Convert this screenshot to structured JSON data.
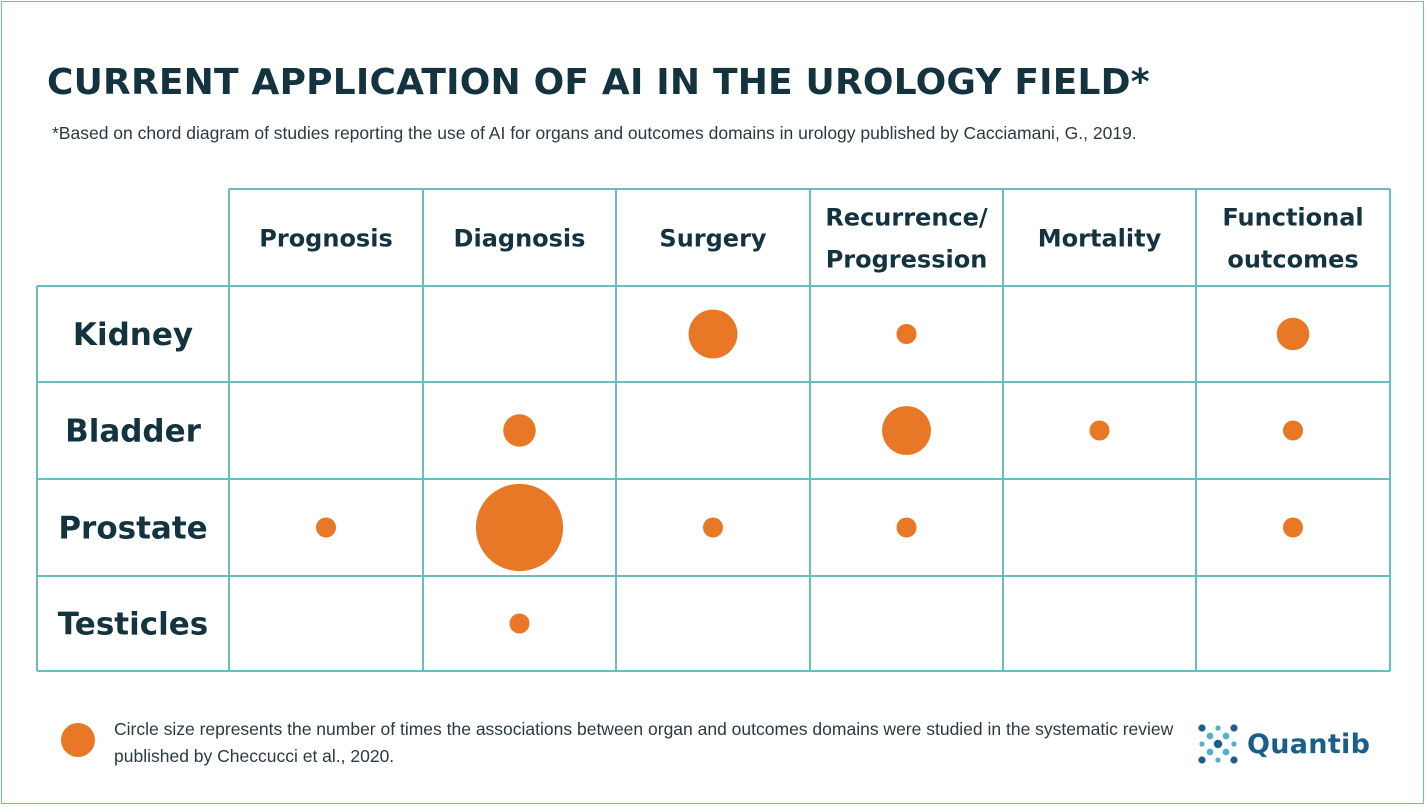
{
  "title": "CURRENT APPLICATION OF AI IN THE UROLOGY FIELD*",
  "subtitle": "*Based on chord diagram of studies reporting the use of AI for organs and outcomes domains in urology published by Cacciamani, G., 2019.",
  "legend_text": "Circle size represents the number of times the associations between organ and outcomes domains were studied in the systematic review published by Checcucci et al., 2020.",
  "logo_text": "Quantib",
  "colors": {
    "dot": "#e87726",
    "grid": "#6bbcbf",
    "text": "#13333f",
    "logo": "#1a5f8c",
    "logo_accent": "#4fb3c9"
  },
  "chart_data": {
    "type": "matrix-bubble",
    "columns": [
      [
        "Prognosis"
      ],
      [
        "Diagnosis"
      ],
      [
        "Surgery"
      ],
      [
        "Recurrence/",
        "Progression"
      ],
      [
        "Mortality"
      ],
      [
        "Functional",
        "outcomes"
      ]
    ],
    "rows": [
      "Kidney",
      "Bladder",
      "Prostate",
      "Testicles"
    ],
    "cells": [
      {
        "row": "Kidney",
        "col": "Surgery",
        "size": 3
      },
      {
        "row": "Kidney",
        "col": "Recurrence/Progression",
        "size": 1
      },
      {
        "row": "Kidney",
        "col": "Functional outcomes",
        "size": 2
      },
      {
        "row": "Bladder",
        "col": "Diagnosis",
        "size": 2
      },
      {
        "row": "Bladder",
        "col": "Recurrence/Progression",
        "size": 3
      },
      {
        "row": "Bladder",
        "col": "Mortality",
        "size": 1
      },
      {
        "row": "Bladder",
        "col": "Functional outcomes",
        "size": 1
      },
      {
        "row": "Prostate",
        "col": "Prognosis",
        "size": 1
      },
      {
        "row": "Prostate",
        "col": "Diagnosis",
        "size": 6
      },
      {
        "row": "Prostate",
        "col": "Surgery",
        "size": 1
      },
      {
        "row": "Prostate",
        "col": "Recurrence/Progression",
        "size": 1
      },
      {
        "row": "Prostate",
        "col": "Functional outcomes",
        "size": 1
      },
      {
        "row": "Testicles",
        "col": "Diagnosis",
        "size": 1
      }
    ],
    "size_note": "relative circle size (area), no numeric values printed"
  }
}
